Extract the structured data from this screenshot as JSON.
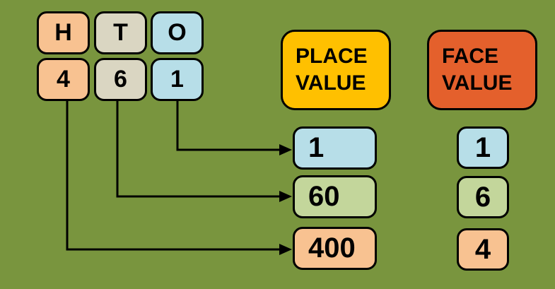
{
  "background_color": "#79953E",
  "number_panel": {
    "columns": [
      {
        "letter": "H",
        "digit": "4",
        "color": "#F8C291"
      },
      {
        "letter": "T",
        "digit": "6",
        "color": "#DAD6C2"
      },
      {
        "letter": "O",
        "digit": "1",
        "color": "#B7DEE8"
      }
    ]
  },
  "place_header": {
    "label": "PLACE VALUE",
    "color": "#FFC000"
  },
  "face_header": {
    "label": "FACE VALUE",
    "color": "#E4602C"
  },
  "place_values": [
    {
      "value": "1",
      "color": "#B7DEE8"
    },
    {
      "value": "60",
      "color": "#C3D69B"
    },
    {
      "value": "400",
      "color": "#F8C291"
    }
  ],
  "face_values": [
    {
      "value": "1",
      "color": "#B7DEE8"
    },
    {
      "value": "6",
      "color": "#C3D69B"
    },
    {
      "value": "4",
      "color": "#F8C291"
    }
  ],
  "line_color": "#000000"
}
